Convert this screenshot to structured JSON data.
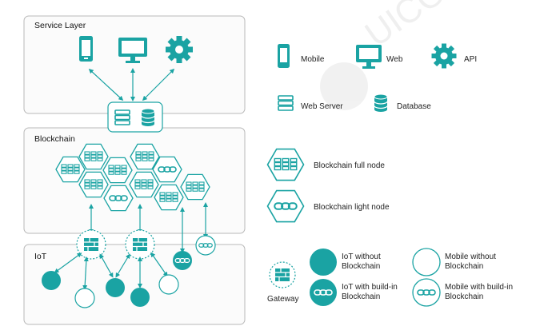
{
  "layers": {
    "service": "Service Layer",
    "blockchain": "Blockchain",
    "iot": "IoT"
  },
  "legend": {
    "mobile": "Mobile",
    "web": "Web",
    "api": "API",
    "web_server": "Web Server",
    "database": "Database",
    "full_node": "Blockchain full node",
    "light_node": "Blockchain light node",
    "gateway": "Gateway",
    "iot_without_1": "IoT without",
    "iot_without_2": "Blockchain",
    "mobile_without_1": "Mobile without",
    "mobile_without_2": "Blockchain",
    "iot_with_1": "IoT with build-in",
    "iot_with_2": "Blockchain",
    "mobile_with_1": "Mobile with build-in",
    "mobile_with_2": "Blockchain"
  },
  "colors": {
    "teal": "#1aa3a3",
    "teal_light": "#a6dede",
    "border": "#b8b8b8",
    "panel_fill": "#fbfbfb"
  },
  "watermark": "UICOI"
}
